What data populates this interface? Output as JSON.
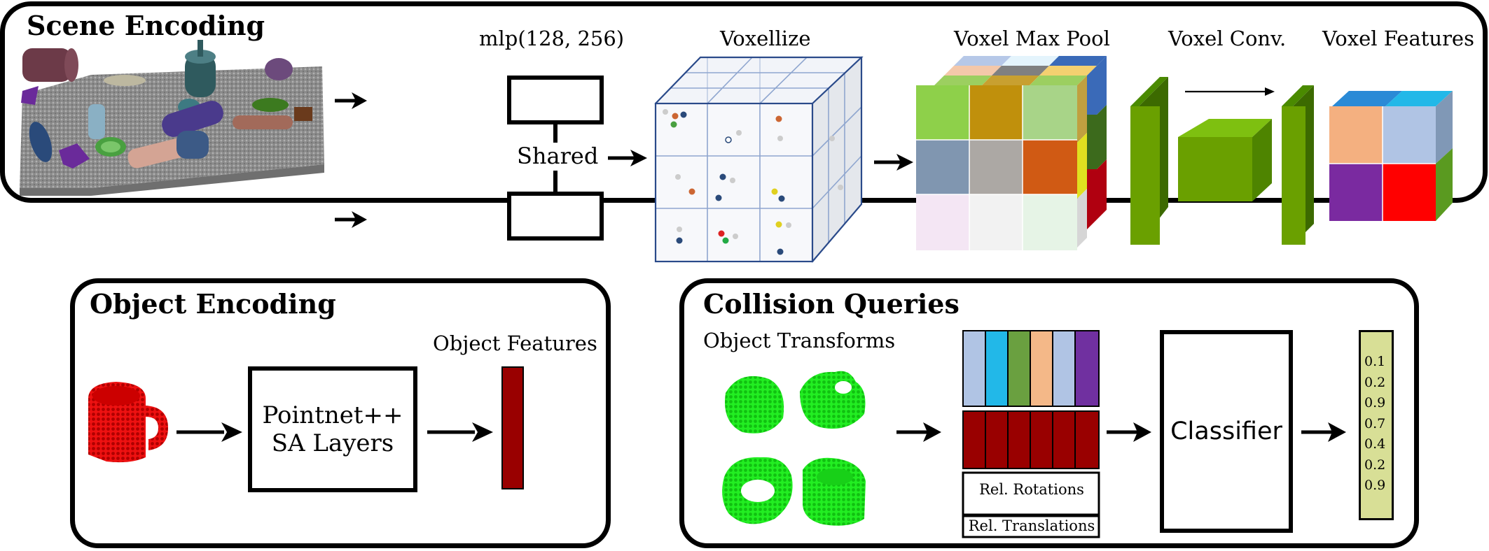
{
  "scene_encoding": {
    "title": "Scene Encoding",
    "mlp_label": "mlp(128, 256)",
    "shared_label": "Shared",
    "voxelize_label": "Voxellize",
    "max_pool_label": "Voxel Max Pool",
    "conv_label": "Voxel Conv.",
    "features_label": "Voxel Features"
  },
  "object_encoding": {
    "title": "Object Encoding",
    "pointnet_line1": "Pointnet++",
    "pointnet_line2": "SA Layers",
    "features_label": "Object Features"
  },
  "collision_queries": {
    "title": "Collision Queries",
    "transforms_label": "Object Transforms",
    "rel_rotations": "Rel. Rotations",
    "rel_translations": "Rel. Translations",
    "classifier_label": "Classifier",
    "scores": [
      "0.1",
      "0.2",
      "0.9",
      "0.7",
      "0.4",
      "0.2",
      "0.9"
    ]
  },
  "colors": {
    "object_feature": "#990000",
    "voxel_green": "#6aa000",
    "score_bg": "#d8df96",
    "object_green": "#22ee22",
    "mug_red": "#ee1111"
  }
}
